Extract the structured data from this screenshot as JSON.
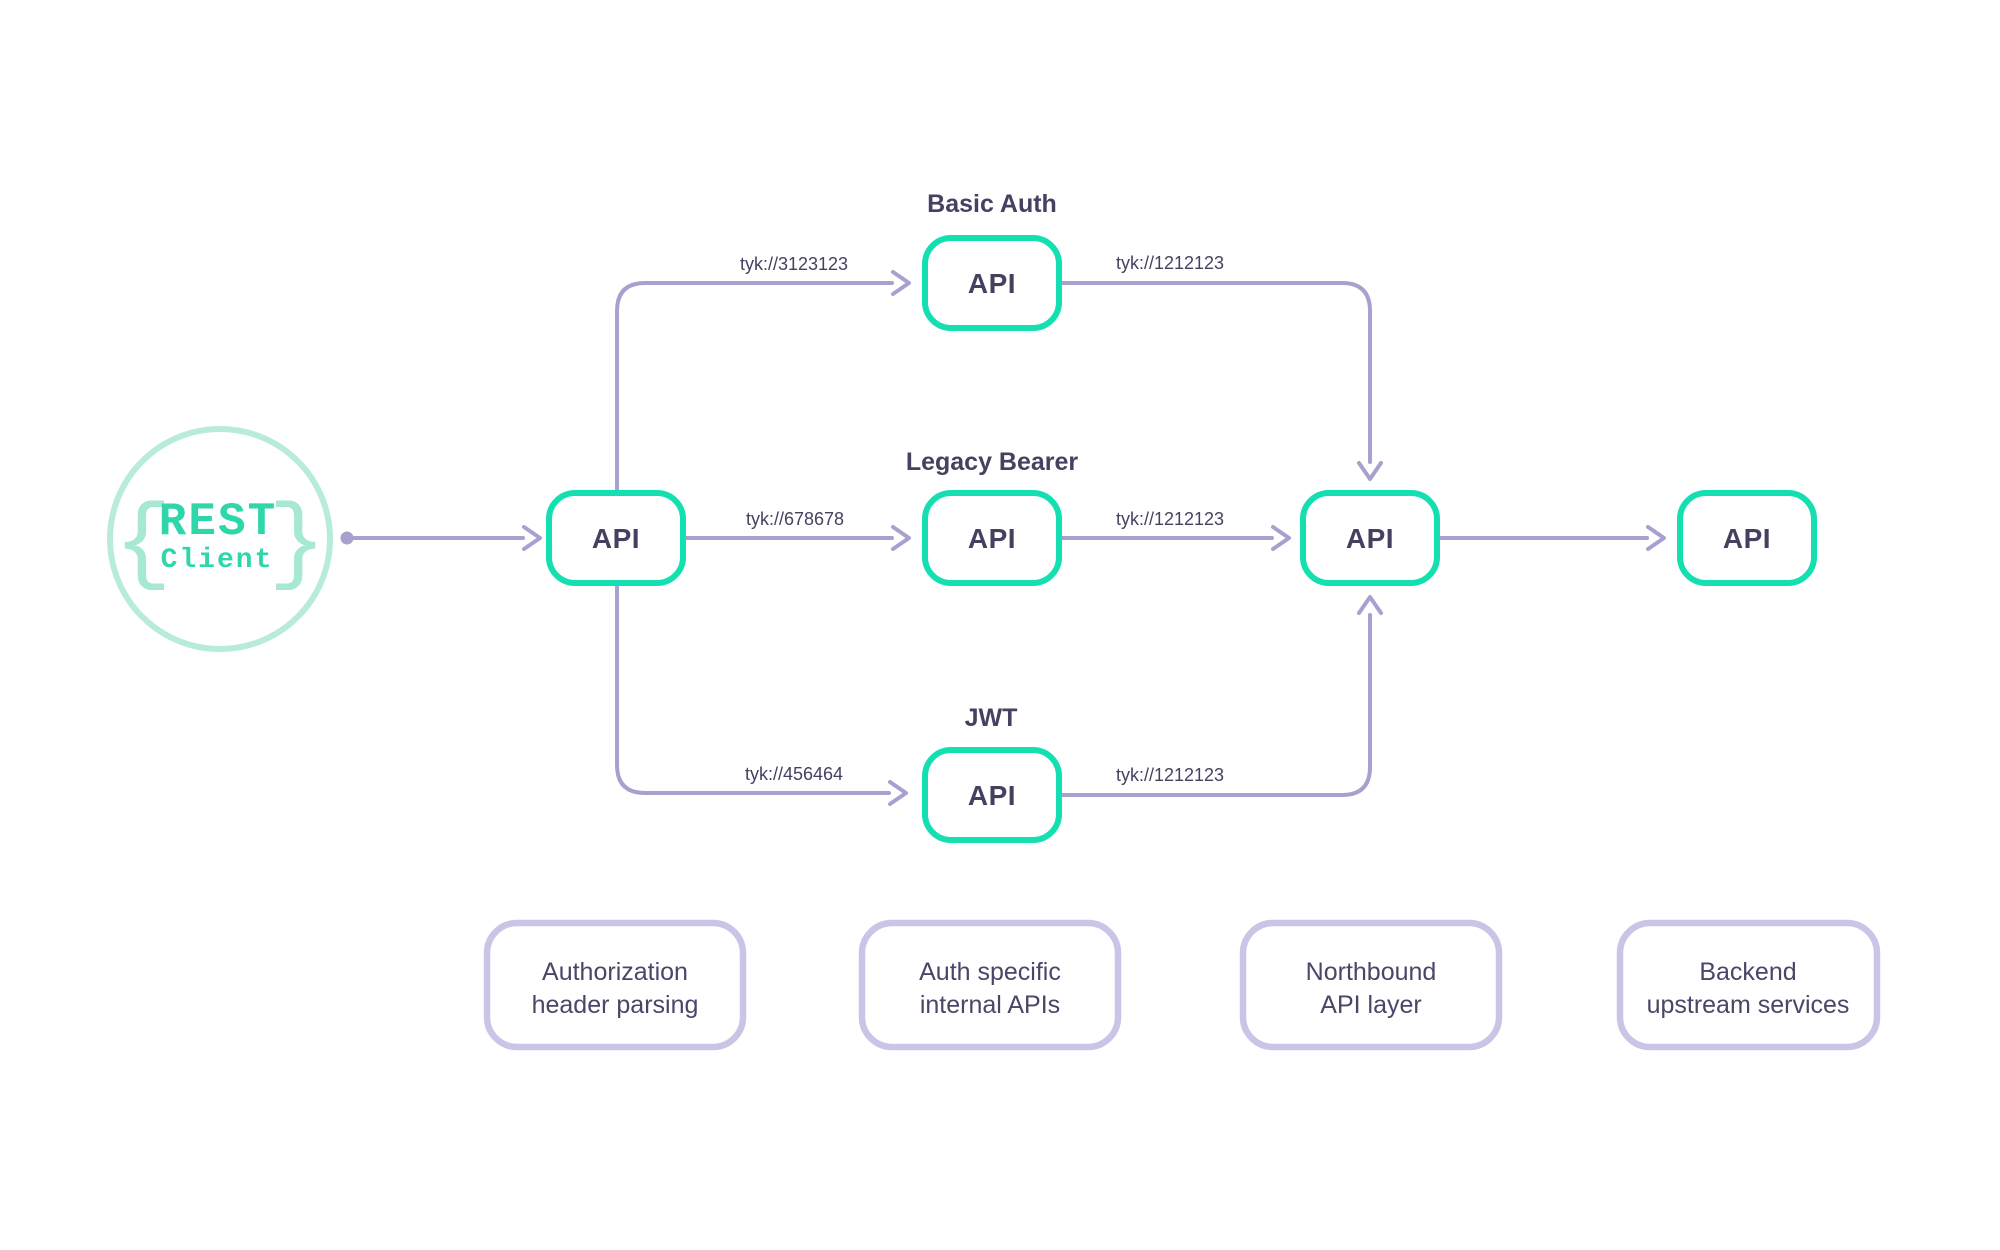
{
  "colors": {
    "api_box_border_teal": "#13DFB1",
    "client_circle_mint": "#B9EBD9",
    "client_braces_mint": "#A6E8D1",
    "client_text_teal": "#2ED6AA",
    "edge_lavender": "#A6A1CF",
    "node_text_navy": "#453F60",
    "footer_border_lavender": "#C9C5E6",
    "footer_text_navy": "#4B4568"
  },
  "client": {
    "brace_left": "{",
    "name_line1": "REST",
    "name_line2": "Client",
    "brace_right": "}"
  },
  "nodes": {
    "gateway": {
      "label": "API"
    },
    "basic": {
      "title": "Basic Auth",
      "label": "API"
    },
    "legacy": {
      "title": "Legacy Bearer",
      "label": "API"
    },
    "jwt": {
      "title": "JWT",
      "label": "API"
    },
    "northbound": {
      "label": "API"
    },
    "backend": {
      "label": "API"
    }
  },
  "edges": {
    "gateway_to_basic": "tyk://3123123",
    "gateway_to_legacy": "tyk://678678",
    "gateway_to_jwt": "tyk://456464",
    "basic_to_northbound": "tyk://1212123",
    "legacy_to_northbound": "tyk://1212123",
    "jwt_to_northbound": "tyk://1212123"
  },
  "footers": [
    {
      "line1": "Authorization",
      "line2": "header parsing"
    },
    {
      "line1": "Auth specific",
      "line2": "internal APIs"
    },
    {
      "line1": "Northbound",
      "line2": "API layer"
    },
    {
      "line1": "Backend",
      "line2": "upstream services"
    }
  ]
}
